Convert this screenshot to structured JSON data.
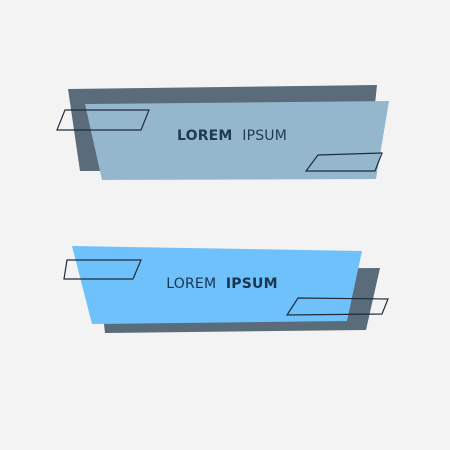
{
  "colors": {
    "background": "#f3f3f3",
    "banner_1_shadow": "#5a6b7a",
    "banner_1_face": "#95b7cd",
    "banner_1_text": "#1f3a52",
    "banner_2_shadow": "#5a6b7a",
    "banner_2_face": "#6ec1fa",
    "banner_2_text": "#1a3550",
    "outline": "#1f2c3a"
  },
  "banners": [
    {
      "word_1": "LOREM",
      "word_2": "IPSUM",
      "bold_word": "word_1"
    },
    {
      "word_1": "LOREM",
      "word_2": "IPSUM",
      "bold_word": "word_2"
    }
  ]
}
